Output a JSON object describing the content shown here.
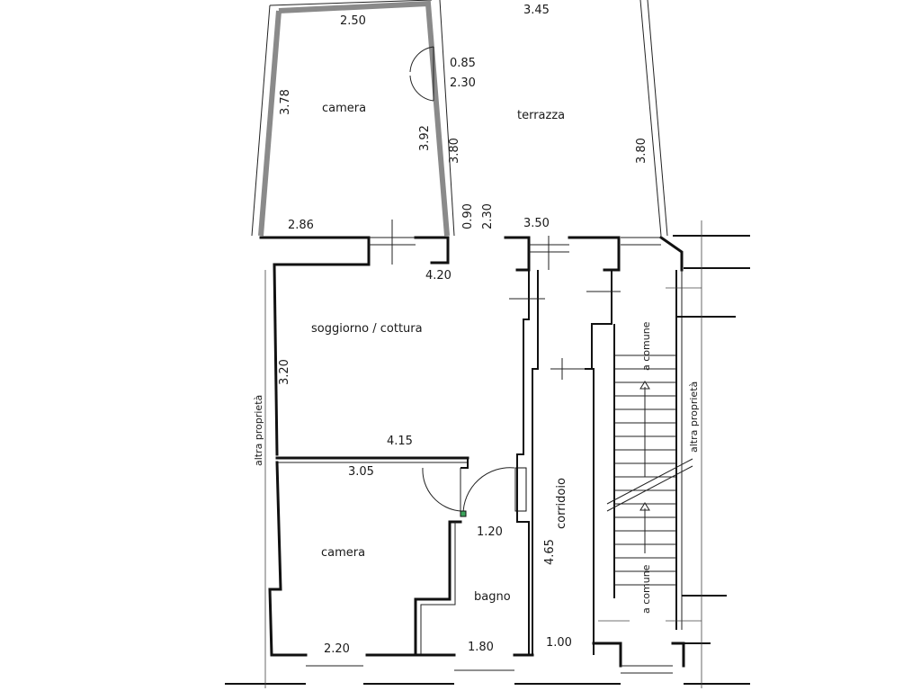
{
  "rooms": {
    "camera_top": "camera",
    "terrazza": "terrazza",
    "soggiorno": "soggiorno / cottura",
    "camera_bottom": "camera",
    "bagno": "bagno",
    "corridoio": "corridoio"
  },
  "dimensions": {
    "d_2_50": "2.50",
    "d_3_45": "3.45",
    "d_0_85": "0.85",
    "d_2_30_a": "2.30",
    "d_3_78": "3.78",
    "d_3_92": "3.92",
    "d_3_80_a": "3.80",
    "d_3_80_b": "3.80",
    "d_2_86": "2.86",
    "d_0_90": "0.90",
    "d_2_30_b": "2.30",
    "d_3_50": "3.50",
    "d_4_20": "4.20",
    "d_3_20": "3.20",
    "d_4_15": "4.15",
    "d_3_05": "3.05",
    "d_1_20": "1.20",
    "d_4_65": "4.65",
    "d_2_20": "2.20",
    "d_1_80": "1.80",
    "d_1_00": "1.00"
  },
  "annotations": {
    "altra_left": "altra proprietà",
    "altra_right": "altra proprietà",
    "a_comune_top": "a comune",
    "a_comune_bottom": "a comune"
  }
}
